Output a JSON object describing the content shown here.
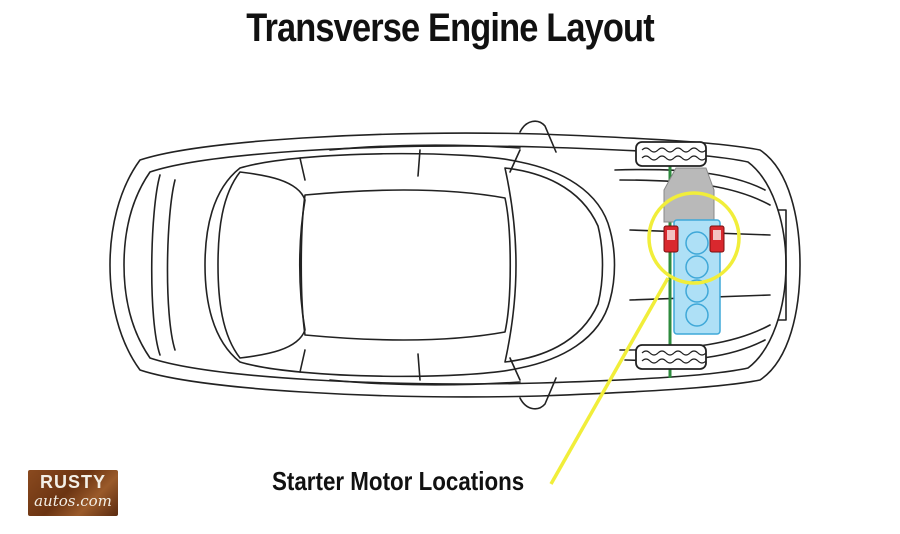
{
  "title": "Transverse Engine Layout",
  "callout": {
    "label": "Starter Motor Locations"
  },
  "logo": {
    "top_text": "RUSTY",
    "bottom_text": "autos.com"
  },
  "colors": {
    "outline": "#222222",
    "highlight": "#f1ee3a",
    "engine_block": "#aee0f6",
    "engine_block_stroke": "#3fa8d8",
    "starter_motor": "#d9282e",
    "transmission": "#b9b9b9",
    "axle": "#2e8b3e"
  },
  "components": [
    {
      "name": "car-body",
      "label": "Car body (top view)"
    },
    {
      "name": "front-wheels",
      "label": "Front wheels"
    },
    {
      "name": "engine-block",
      "label": "Engine block"
    },
    {
      "name": "transmission",
      "label": "Transmission"
    },
    {
      "name": "starter-motors",
      "label": "Starter motors"
    }
  ]
}
